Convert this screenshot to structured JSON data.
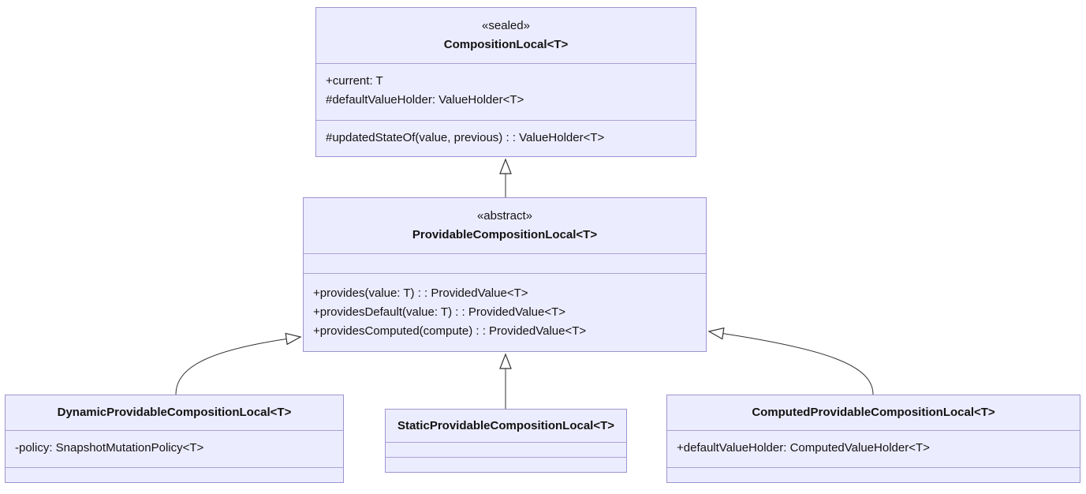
{
  "diagram_type": "uml-class-diagram",
  "colors": {
    "box_fill": "#ECECFF",
    "box_border": "#9e93cf",
    "divider": "#aba2d6",
    "arrow": "#333333",
    "background": "#ffffff"
  },
  "classes": {
    "composition_local": {
      "stereotype": "«sealed»",
      "name": "CompositionLocal<T>",
      "attr1": "+current: T",
      "attr2": "#defaultValueHolder: ValueHolder<T>",
      "method1": "#updatedStateOf(value, previous) : : ValueHolder<T>"
    },
    "providable": {
      "stereotype": "«abstract»",
      "name": "ProvidableCompositionLocal<T>",
      "method1": "+provides(value: T) : : ProvidedValue<T>",
      "method2": "+providesDefault(value: T) : : ProvidedValue<T>",
      "method3": "+providesComputed(compute) : : ProvidedValue<T>"
    },
    "dynamic": {
      "name": "DynamicProvidableCompositionLocal<T>",
      "attr1": "-policy: SnapshotMutationPolicy<T>"
    },
    "static": {
      "name": "StaticProvidableCompositionLocal<T>"
    },
    "computed": {
      "name": "ComputedProvidableCompositionLocal<T>",
      "attr1": "+defaultValueHolder: ComputedValueHolder<T>"
    }
  },
  "relations": [
    {
      "from": "ProvidableCompositionLocal<T>",
      "to": "CompositionLocal<T>",
      "type": "inheritance"
    },
    {
      "from": "DynamicProvidableCompositionLocal<T>",
      "to": "ProvidableCompositionLocal<T>",
      "type": "inheritance"
    },
    {
      "from": "StaticProvidableCompositionLocal<T>",
      "to": "ProvidableCompositionLocal<T>",
      "type": "inheritance"
    },
    {
      "from": "ComputedProvidableCompositionLocal<T>",
      "to": "ProvidableCompositionLocal<T>",
      "type": "inheritance"
    }
  ]
}
